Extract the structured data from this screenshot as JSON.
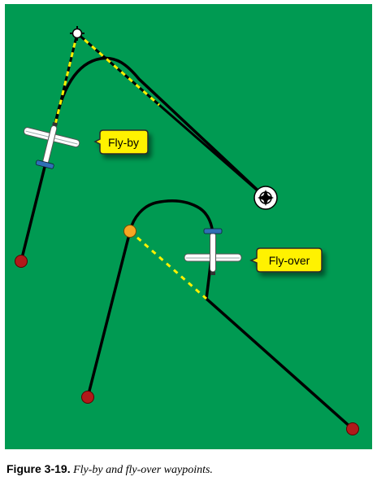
{
  "colors": {
    "field": "#009A52",
    "track": "#000000",
    "dash": "#FFF200",
    "callout": "#FFF200",
    "start_point": "#B11A1A",
    "flyover_waypoint": "#F5A623",
    "flyby_waypoint": "#FFFFFF"
  },
  "callouts": {
    "flyby": "Fly-by",
    "flyover": "Fly-over"
  },
  "caption": {
    "label": "Figure 3-19.",
    "text": "Fly-by and fly-over waypoints."
  }
}
